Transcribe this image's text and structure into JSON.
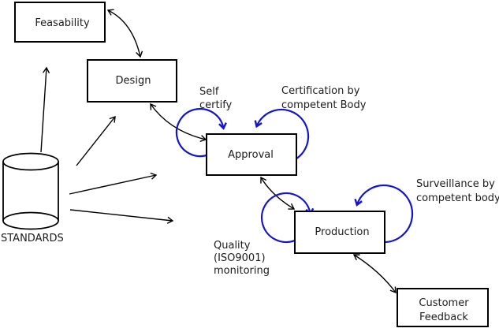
{
  "diagram": {
    "nodes": {
      "feasability": {
        "label": "Feasability"
      },
      "design": {
        "label": "Design"
      },
      "approval": {
        "label": "Approval"
      },
      "production": {
        "label": "Production"
      },
      "customer_feedback": {
        "line1": "Customer",
        "line2": "Feedback"
      },
      "standards": {
        "label": "STANDARDS"
      }
    },
    "annotations": {
      "self_certify": {
        "line1": "Self",
        "line2": "certify"
      },
      "certification": {
        "line1": "Certification by",
        "line2": "competent Body"
      },
      "quality_monitoring": {
        "line1": "Quality",
        "line2": "(ISO9001)",
        "line3": "monitoring"
      },
      "surveillance": {
        "line1": "Surveillance by",
        "line2": "competent body"
      }
    },
    "colors": {
      "annotation_blue": "#1414cc",
      "line_black": "#000000",
      "background": "#ffffff"
    }
  }
}
